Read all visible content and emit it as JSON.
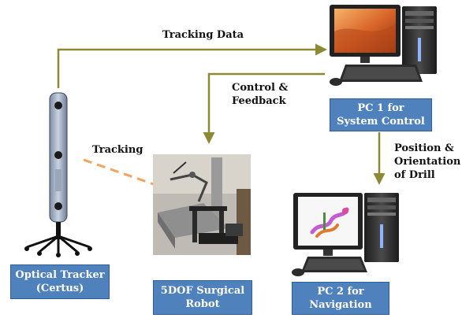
{
  "edges": {
    "tracking_data": "Tracking Data",
    "control_feedback": [
      "Control &",
      "Feedback"
    ],
    "tracking": "Tracking",
    "position_orientation": [
      "Position &",
      "Orientation",
      "of Drill"
    ]
  },
  "nodes": {
    "pc1": [
      "PC 1 for",
      "System Control"
    ],
    "pc2": [
      "PC 2 for",
      "Navigation"
    ],
    "tracker": [
      "Optical Tracker",
      "(Certus)"
    ],
    "robot": [
      "5DOF Surgical",
      "Robot"
    ]
  },
  "colors": {
    "arrow": "#8c8a34",
    "tracking_arrow": "#f2a460",
    "label_fill": "#4f81bd",
    "label_border": "#2f5f96"
  }
}
